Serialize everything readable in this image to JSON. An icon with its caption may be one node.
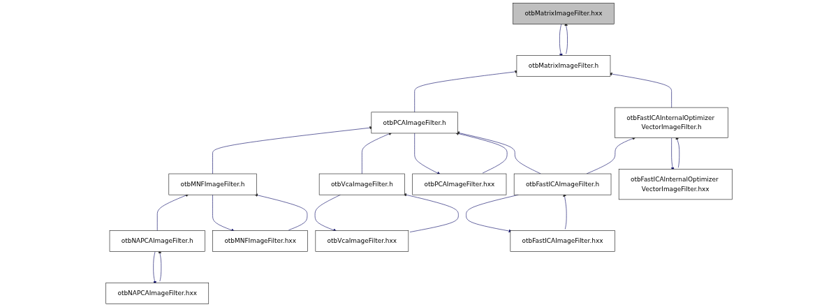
{
  "diagram": {
    "nodes": [
      {
        "text": [
          "otbMatrixImageFilter.hxx"
        ]
      },
      {
        "text": [
          "otbMatrixImageFilter.h"
        ]
      },
      {
        "text": [
          "otbPCAImageFilter.h"
        ]
      },
      {
        "text": [
          "otbFastICAInternalOptimizer VectorImageFilter.h"
        ]
      },
      {
        "text": [
          "otbMNFImageFilter.h"
        ]
      },
      {
        "text": [
          "otbVcaImageFilter.h"
        ]
      },
      {
        "text": [
          "otbPCAImageFilter.hxx"
        ]
      },
      {
        "text": [
          "otbFastICAImageFilter.h"
        ]
      },
      {
        "text": [
          "otbFastICAInternalOptimizer VectorImageFilter.hxx"
        ]
      },
      {
        "text": [
          "otbNAPCAImageFilter.h"
        ]
      },
      {
        "text": [
          "otbMNFImageFilter.hxx"
        ]
      },
      {
        "text": [
          "otbVcaImageFilter.hxx"
        ]
      },
      {
        "text": [
          "otbFastICAImageFilter.hxx"
        ]
      },
      {
        "text": [
          "otbNAPCAImageFilter.hxx"
        ]
      }
    ],
    "edges": [
      {
        "from": 1,
        "to": 0,
        "arrow": "to"
      },
      {
        "from": 0,
        "to": 1,
        "arrow": "to"
      },
      {
        "from": 2,
        "to": 1,
        "arrow": "to"
      },
      {
        "from": 3,
        "to": 1,
        "arrow": "to"
      },
      {
        "from": 4,
        "to": 2,
        "arrow": "to"
      },
      {
        "from": 5,
        "to": 2,
        "arrow": "to"
      },
      {
        "from": 6,
        "to": 2,
        "arrow": "to"
      },
      {
        "from": 2,
        "to": 6,
        "arrow": "to"
      },
      {
        "from": 7,
        "to": 2,
        "arrow": "to"
      },
      {
        "from": 7,
        "to": 3,
        "arrow": "to"
      },
      {
        "from": 8,
        "to": 3,
        "arrow": "to"
      },
      {
        "from": 3,
        "to": 8,
        "arrow": "to"
      },
      {
        "from": 9,
        "to": 4,
        "arrow": "to"
      },
      {
        "from": 10,
        "to": 4,
        "arrow": "to"
      },
      {
        "from": 4,
        "to": 10,
        "arrow": "to"
      },
      {
        "from": 11,
        "to": 5,
        "arrow": "to"
      },
      {
        "from": 5,
        "to": 11,
        "arrow": "to"
      },
      {
        "from": 12,
        "to": 7,
        "arrow": "to"
      },
      {
        "from": 7,
        "to": 12,
        "arrow": "to"
      },
      {
        "from": 13,
        "to": 9,
        "arrow": "to"
      },
      {
        "from": 9,
        "to": 13,
        "arrow": "to"
      }
    ]
  }
}
